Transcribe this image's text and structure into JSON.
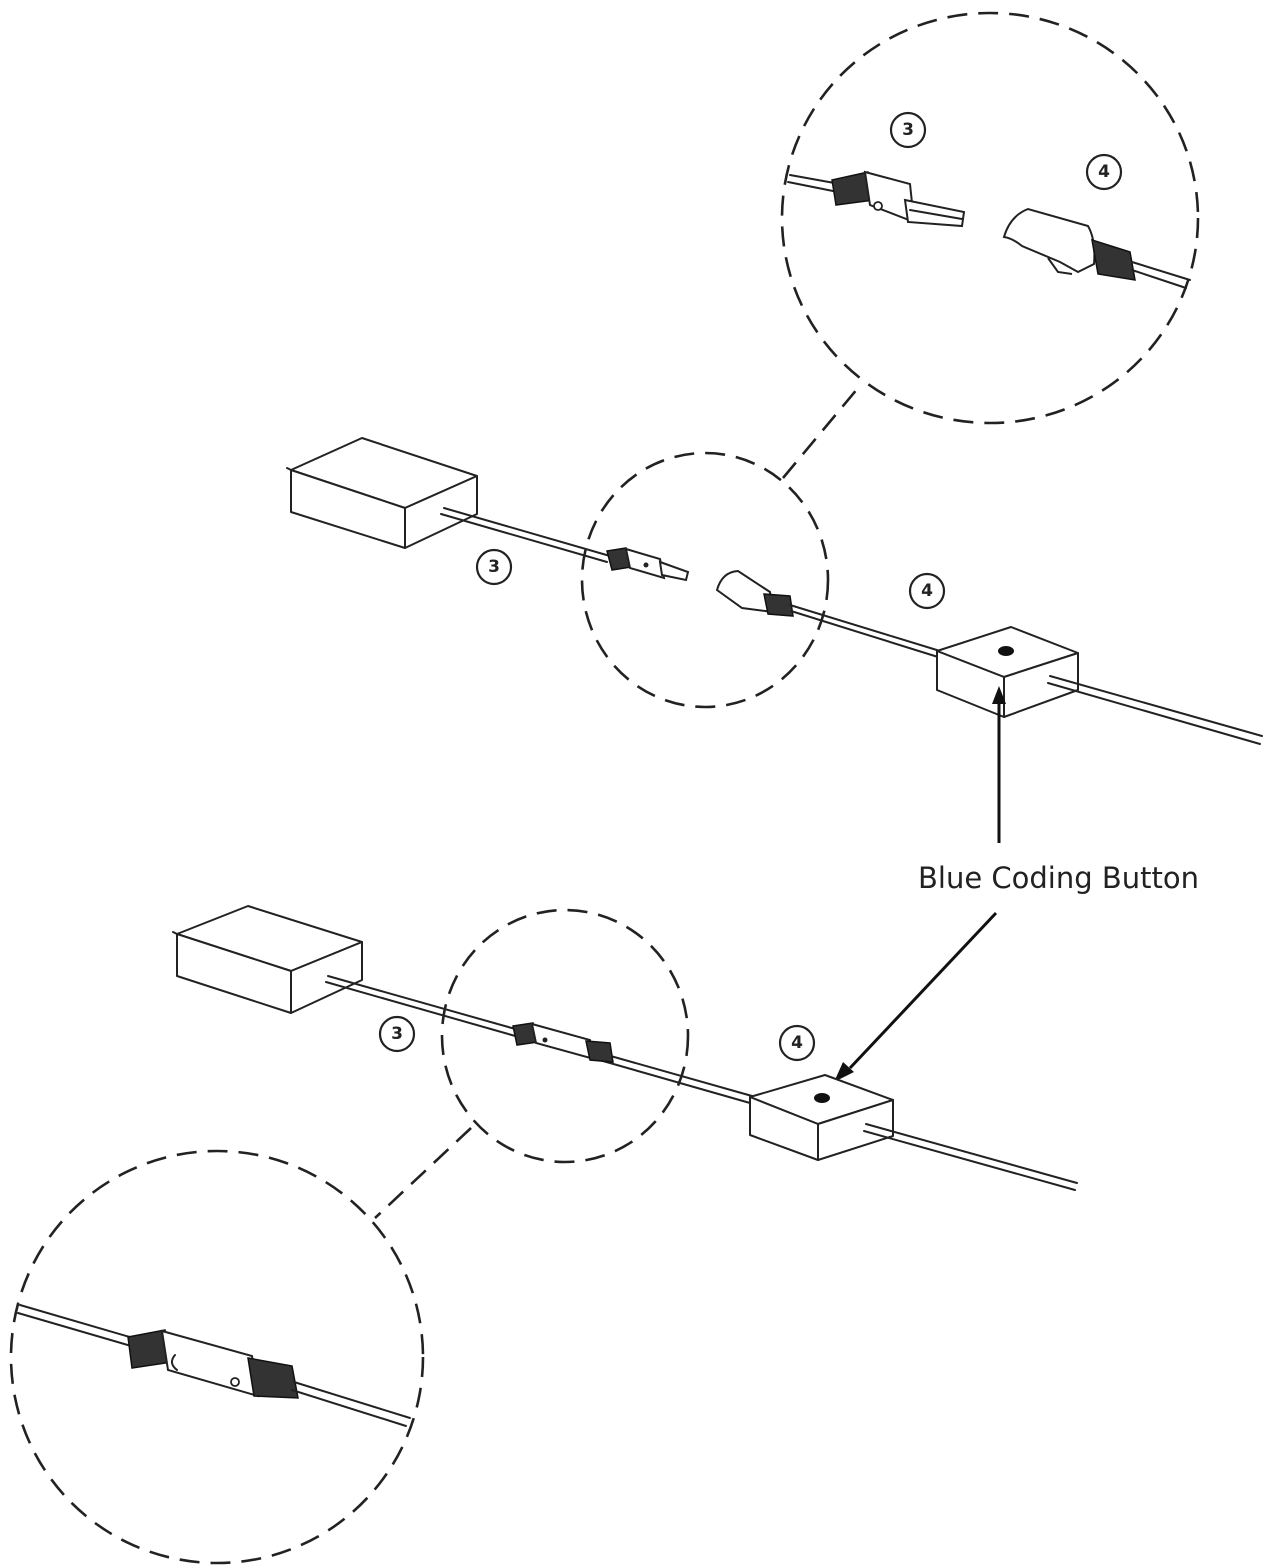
{
  "callout": {
    "label": "Blue Coding Button"
  },
  "badges": {
    "connector_a": "3",
    "connector_b": "4"
  }
}
